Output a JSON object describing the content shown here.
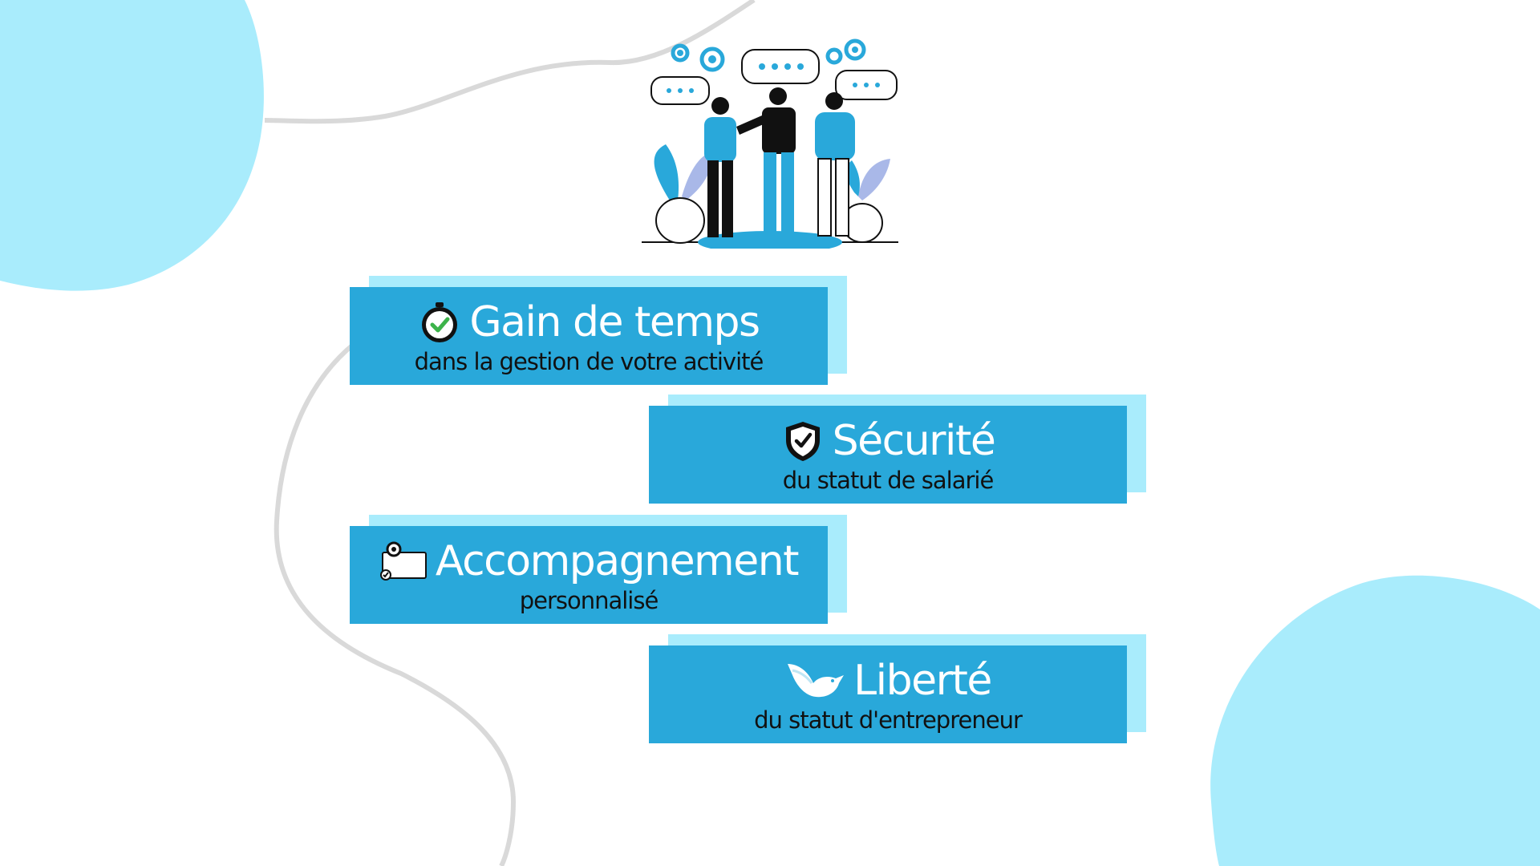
{
  "colors": {
    "card_face": "#29a8da",
    "card_shadow": "#a9ecfc",
    "blob": "#a9ecfc",
    "curve": "#d9d9d9",
    "title_text": "#ffffff",
    "subtitle_text": "#111111"
  },
  "illustration": {
    "icon": "team-discussion-illustration"
  },
  "cards": [
    {
      "icon": "stopwatch-icon",
      "title": "Gain de temps",
      "subtitle": "dans la gestion de votre activité"
    },
    {
      "icon": "shield-check-icon",
      "title": "Sécurité",
      "subtitle": "du statut de salarié"
    },
    {
      "icon": "gear-folder-icon",
      "title": "Accompagnement",
      "subtitle": "personnalisé"
    },
    {
      "icon": "dove-icon",
      "title": "Liberté",
      "subtitle": "du statut d'entrepreneur"
    }
  ]
}
